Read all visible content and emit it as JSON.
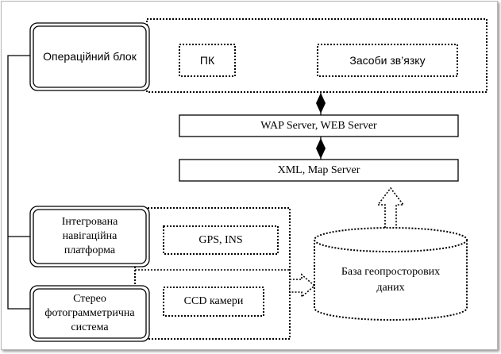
{
  "operational_unit": {
    "label": "Операційний блок",
    "pc_label": "ПК",
    "comm_label": "Засоби зв’язку"
  },
  "servers": {
    "web_server_label": "WAP Server, WEB Server",
    "map_server_label": "XML, Map Server"
  },
  "navigation": {
    "platform_label": "Інтегрована навігаційна платформа",
    "sensor_label": "GPS, INS"
  },
  "photogrammetry": {
    "system_label": "Стерео фотограмметрична система",
    "camera_label": "CCD камери"
  },
  "database": {
    "label": "База геопросторових даних"
  },
  "colors": {
    "line": "#000000",
    "background": "#ffffff",
    "frame_shadow": "#9a9a9a"
  }
}
